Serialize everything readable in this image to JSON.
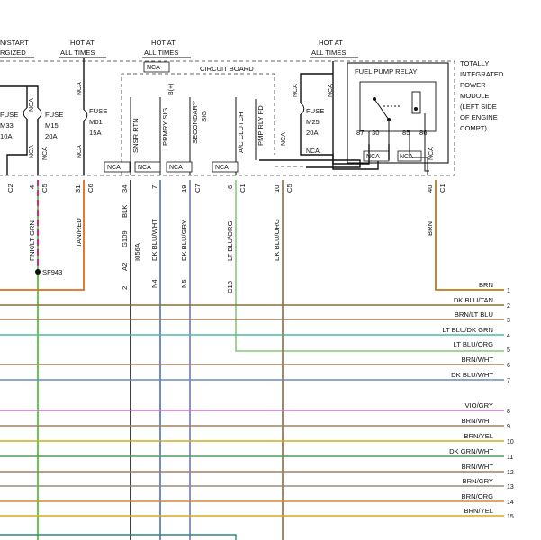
{
  "headers": {
    "run_start": "N/START",
    "energized": "RGIZED",
    "hot1_a": "HOT AT",
    "hot1_b": "ALL TIMES",
    "hot2_a": "HOT AT",
    "hot2_b": "ALL TIMES",
    "hot3_a": "HOT AT",
    "hot3_b": "ALL TIMES"
  },
  "module": {
    "line1": "TOTALLY",
    "line2": "INTEGRATED",
    "line3": "POWER",
    "line4": "MODULE",
    "line5": "(LEFT SIDE",
    "line6": "OF ENGINE",
    "line7": "COMPT)"
  },
  "circuit_board": "CIRCUIT BOARD",
  "relay": {
    "title": "FUEL PUMP RELAY",
    "pin87": "87",
    "pin30": "30",
    "pin85": "85",
    "pin86": "86"
  },
  "fuses": {
    "m33_a": "FUSE",
    "m33_b": "M33",
    "m33_c": "10A",
    "m15_a": "FUSE",
    "m15_b": "M15",
    "m15_c": "20A",
    "m01_a": "FUSE",
    "m01_b": "M01",
    "m01_c": "15A",
    "m25_a": "FUSE",
    "m25_b": "M25",
    "m25_c": "20A"
  },
  "nca": "NCA",
  "bplus": "B(+)",
  "signals": {
    "snsr_rtn": "SNSR RTN",
    "prmry_sig": "PRMRY SIG",
    "secondary": "SECONDARY",
    "sig": "SIG",
    "ac_clutch": "A/C CLUTCH",
    "pmp_rly_fd": "PMP RLY FD"
  },
  "pins": {
    "c2": "C2",
    "p4": "4",
    "c5a": "C5",
    "p31": "31",
    "c6": "C6",
    "p34": "34",
    "p7": "7",
    "p19": "19",
    "c7": "C7",
    "p6": "6",
    "c1a": "C1",
    "p10": "10",
    "c5b": "C5",
    "p40": "40",
    "c1b": "C1"
  },
  "wire_labels": {
    "pnk_lt_grn": "PNK/LT GRN",
    "tan_red": "TAN/RED",
    "g109": "G109",
    "blk": "BLK",
    "dk_blu_wht": "DK BLU/WHT",
    "dk_blu_gry": "DK BLU/GRY",
    "lt_blu_org": "LT BLU/ORG",
    "dk_blu_org": "DK BLU/ORG",
    "brn": "BRN"
  },
  "splice": "SF943",
  "circuits": {
    "a2": "A2",
    "two": "2",
    "i056a": "I056A",
    "n4": "N4",
    "n5": "N5",
    "c13": "C13"
  },
  "right_labels": [
    {
      "num": "1",
      "label": "BRN",
      "color": "#c07a10"
    },
    {
      "num": "2",
      "label": "DK BLU/TAN",
      "color": "#8a6e3a"
    },
    {
      "num": "3",
      "label": "BRN/LT BLU",
      "color": "#9b7450"
    },
    {
      "num": "4",
      "label": "LT BLU/DK GRN",
      "color": "#4fb8a8"
    },
    {
      "num": "5",
      "label": "LT BLU/ORG",
      "color": "#86c87a"
    },
    {
      "num": "6",
      "label": "BRN/WHT",
      "color": "#a08060"
    },
    {
      "num": "7",
      "label": "DK BLU/WHT",
      "color": "#6d86c8"
    },
    {
      "num": "8",
      "label": "VIO/GRY",
      "color": "#cc6fc8"
    },
    {
      "num": "9",
      "label": "BRN/WHT",
      "color": "#a08060"
    },
    {
      "num": "10",
      "label": "BRN/YEL",
      "color": "#d4aa20"
    },
    {
      "num": "11",
      "label": "DK GRN/WHT",
      "color": "#4f9c5a"
    },
    {
      "num": "12",
      "label": "BRN/WHT",
      "color": "#a08060"
    },
    {
      "num": "13",
      "label": "BRN/GRY",
      "color": "#9a8a78"
    },
    {
      "num": "14",
      "label": "BRN/ORG",
      "color": "#d28a30"
    },
    {
      "num": "15",
      "label": "BRN/YEL",
      "color": "#d4aa20"
    }
  ],
  "colors": {
    "pnk_lt_grn_pink": "#e0207c",
    "pnk_lt_grn_green": "#55c23e",
    "tan_red": "#e06b1a",
    "dk_blu_wht": "#5f7ec2",
    "dk_blu_gry": "#7a8bb8",
    "lt_blu_org": "#86c87a",
    "dk_blu_org": "#9a7a5a",
    "brn": "#c07a10",
    "teal": "#2a8a7a"
  }
}
